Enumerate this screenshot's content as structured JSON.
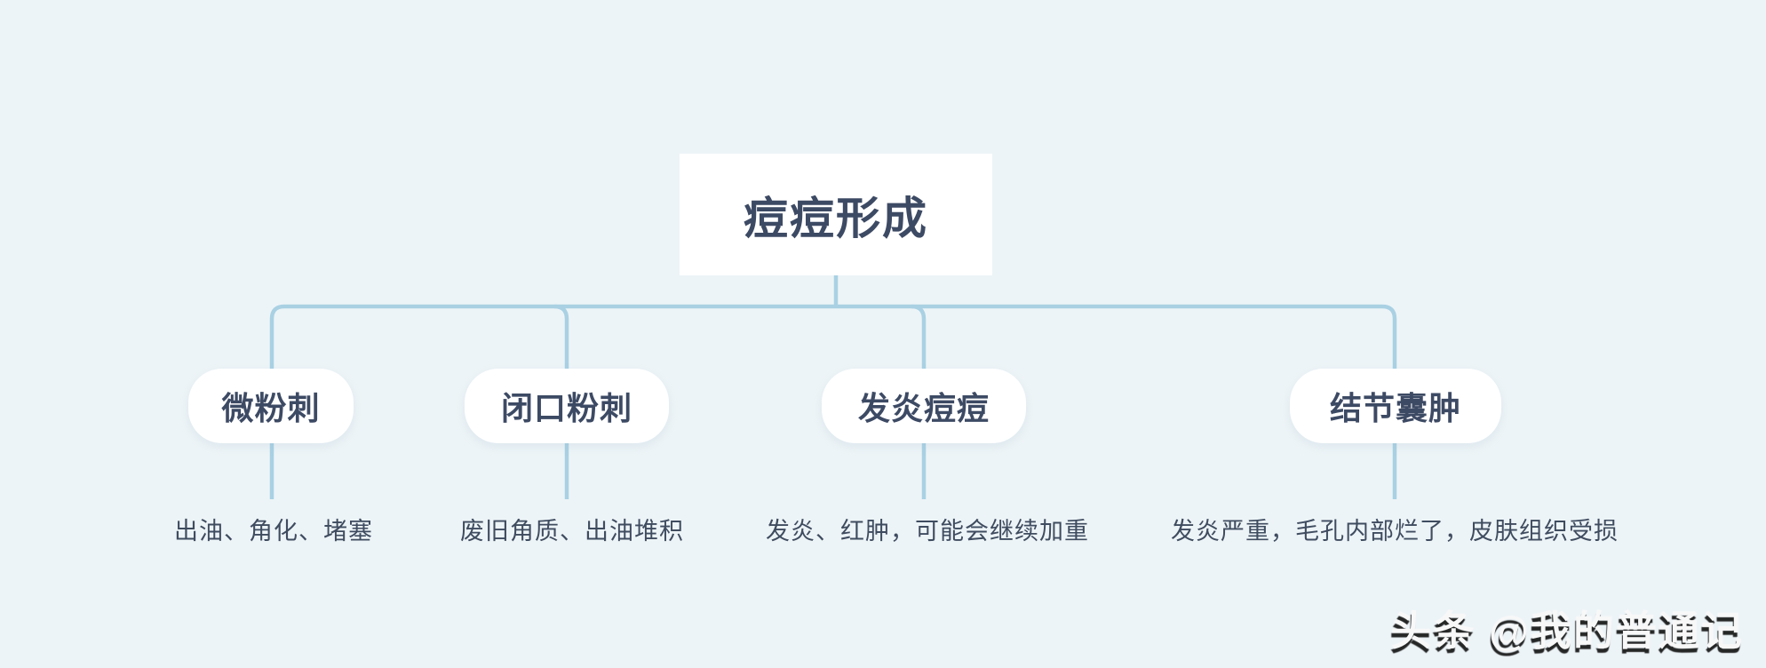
{
  "colors": {
    "background": "#edf4f7",
    "connector_line": "#a9d1e3",
    "node_fill": "#ffffff",
    "node_text": "#3d4a64",
    "description_text": "#3f4c60"
  },
  "root": {
    "label": "痘痘形成"
  },
  "branches": [
    {
      "label": "微粉刺",
      "description": "出油、角化、堵塞"
    },
    {
      "label": "闭口粉刺",
      "description": "废旧角质、出油堆积"
    },
    {
      "label": "发炎痘痘",
      "description": "发炎、红肿，可能会继续加重"
    },
    {
      "label": "结节囊肿",
      "description": "发炎严重，毛孔内部烂了，皮肤组织受损"
    }
  ],
  "watermark": {
    "text": "头条 @我的普通记"
  }
}
